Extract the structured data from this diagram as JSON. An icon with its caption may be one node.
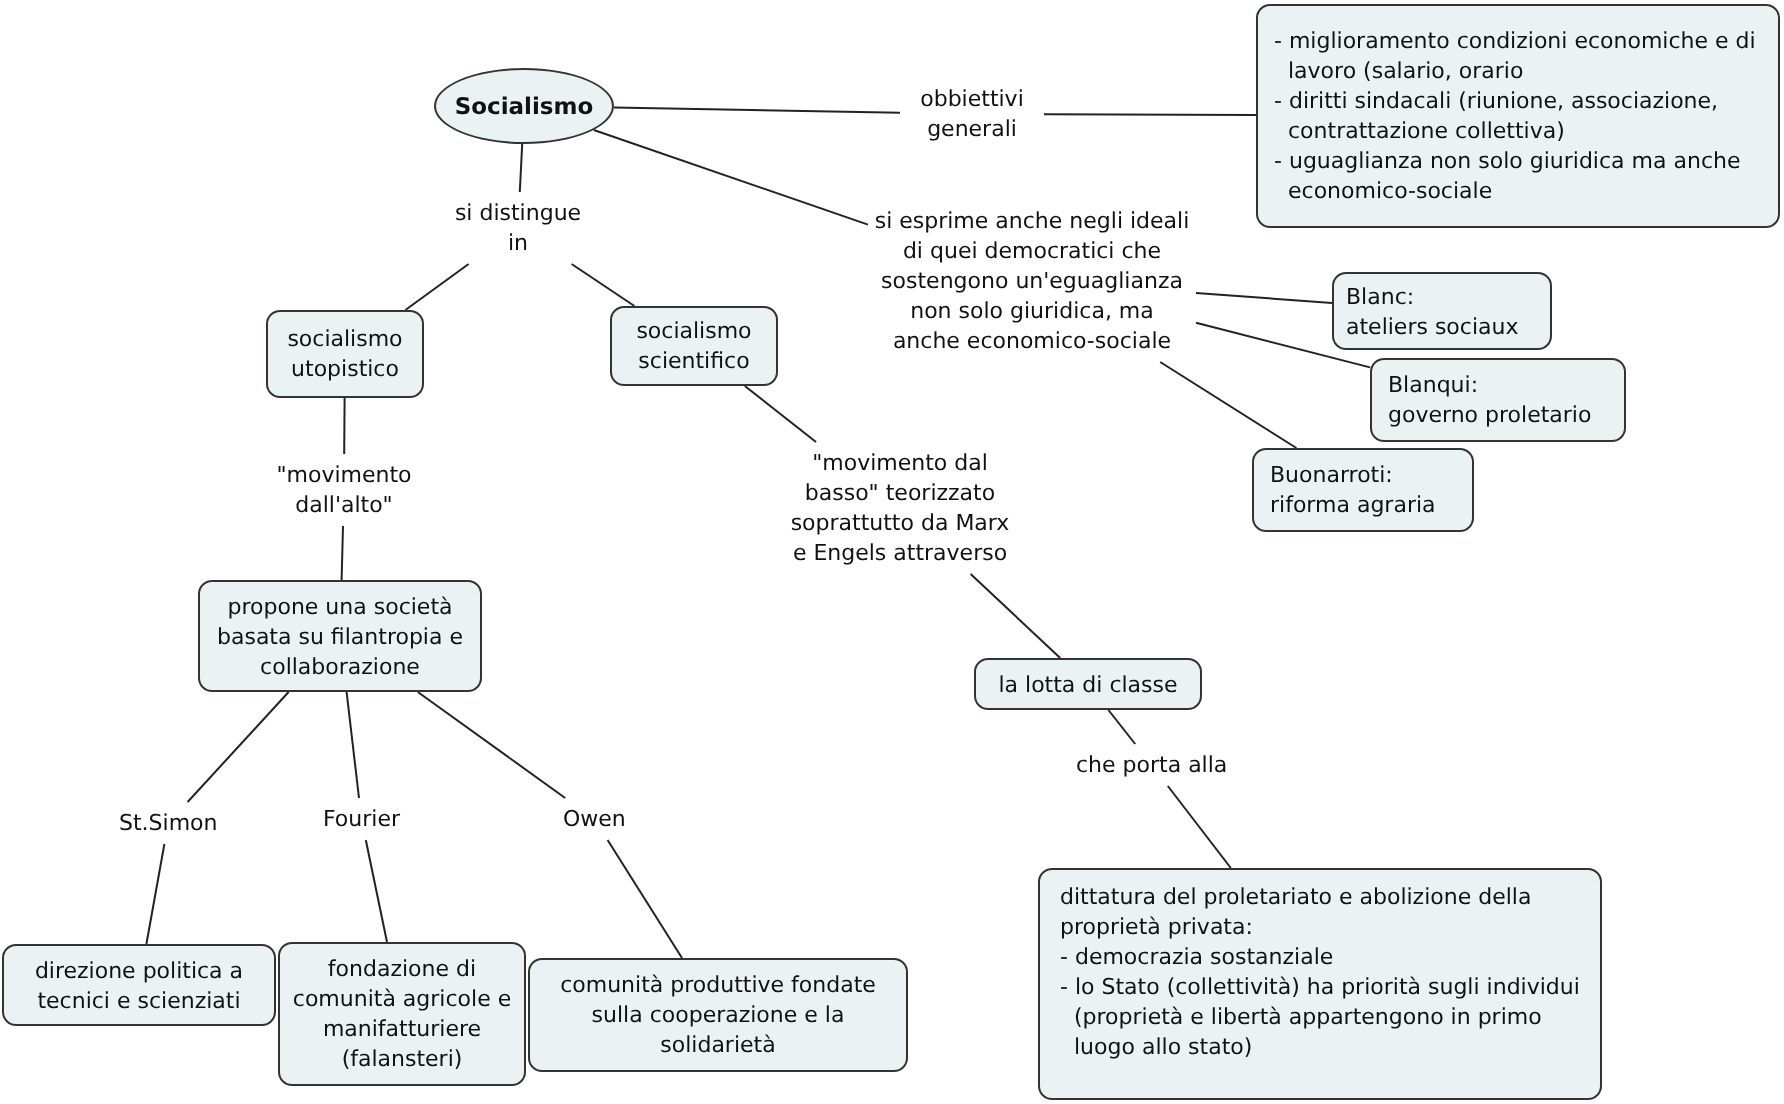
{
  "diagram": {
    "nodes": [
      {
        "text": [
          "Socialismo"
        ]
      },
      {
        "text": [
          "obbiettivi generali"
        ]
      },
      {
        "text": [
          "- miglioramento condizioni economiche e di lavoro (salario, orario",
          "- diritti sindacali (riunione, associazione, contrattazione collettiva)",
          "- uguaglianza non solo giuridica ma anche economico-sociale"
        ]
      },
      {
        "text": [
          "si distingue in"
        ]
      },
      {
        "text": [
          "si esprime anche negli ideali di quei democratici che sostengono un'eguaglianza non solo giuridica, ma anche economico-sociale"
        ]
      },
      {
        "text": [
          "socialismo utopistico"
        ]
      },
      {
        "text": [
          "socialismo scientifico"
        ]
      },
      {
        "text": [
          "Blanc:",
          "ateliers sociaux"
        ]
      },
      {
        "text": [
          "Blanqui:",
          "governo proletario"
        ]
      },
      {
        "text": [
          "Buonarroti:",
          "riforma agraria"
        ]
      },
      {
        "text": [
          "\"movimento dall'alto\""
        ]
      },
      {
        "text": [
          "\"movimento dal basso\" teorizzato soprattutto da Marx e Engels attraverso"
        ]
      },
      {
        "text": [
          "propone una società basata su filantropia e collaborazione"
        ]
      },
      {
        "text": [
          "la lotta di classe"
        ]
      },
      {
        "text": [
          "St.Simon"
        ]
      },
      {
        "text": [
          "Fourier"
        ]
      },
      {
        "text": [
          "Owen"
        ]
      },
      {
        "text": [
          "che porta alla"
        ]
      },
      {
        "text": [
          "direzione politica a tecnici e scienziati"
        ]
      },
      {
        "text": [
          "fondazione di comunità agricole e manifatturiere (falansteri)"
        ]
      },
      {
        "text": [
          "comunità produttive fondate sulla cooperazione e la solidarietà"
        ]
      },
      {
        "text": [
          "dittatura del proletariato e abolizione della proprietà privata:",
          "- democrazia sostanziale",
          "- lo Stato (collettività) ha priorità sugli individui (proprietà e libertà appartengono in primo luogo allo stato)"
        ]
      }
    ],
    "edges": [
      {
        "from": 0,
        "to": 1,
        "arrow": "none"
      },
      {
        "from": 1,
        "to": 2,
        "arrow": "none"
      },
      {
        "from": 0,
        "to": 3,
        "arrow": "none"
      },
      {
        "from": 3,
        "to": 5,
        "arrow": "none"
      },
      {
        "from": 3,
        "to": 6,
        "arrow": "none"
      },
      {
        "from": 0,
        "to": 4,
        "arrow": "none"
      },
      {
        "from": 4,
        "to": 7,
        "arrow": "none"
      },
      {
        "from": 4,
        "to": 8,
        "arrow": "none"
      },
      {
        "from": 4,
        "to": 9,
        "arrow": "none"
      },
      {
        "from": 5,
        "to": 10,
        "arrow": "none"
      },
      {
        "from": 10,
        "to": 12,
        "arrow": "none"
      },
      {
        "from": 6,
        "to": 11,
        "arrow": "none"
      },
      {
        "from": 11,
        "to": 13,
        "arrow": "none"
      },
      {
        "from": 12,
        "to": 14,
        "arrow": "none"
      },
      {
        "from": 12,
        "to": 15,
        "arrow": "none"
      },
      {
        "from": 12,
        "to": 16,
        "arrow": "none"
      },
      {
        "from": 14,
        "to": 18,
        "arrow": "none"
      },
      {
        "from": 15,
        "to": 19,
        "arrow": "none"
      },
      {
        "from": 16,
        "to": 20,
        "arrow": "none"
      },
      {
        "from": 13,
        "to": 17,
        "arrow": "none"
      },
      {
        "from": 17,
        "to": 21,
        "arrow": "none"
      }
    ]
  }
}
